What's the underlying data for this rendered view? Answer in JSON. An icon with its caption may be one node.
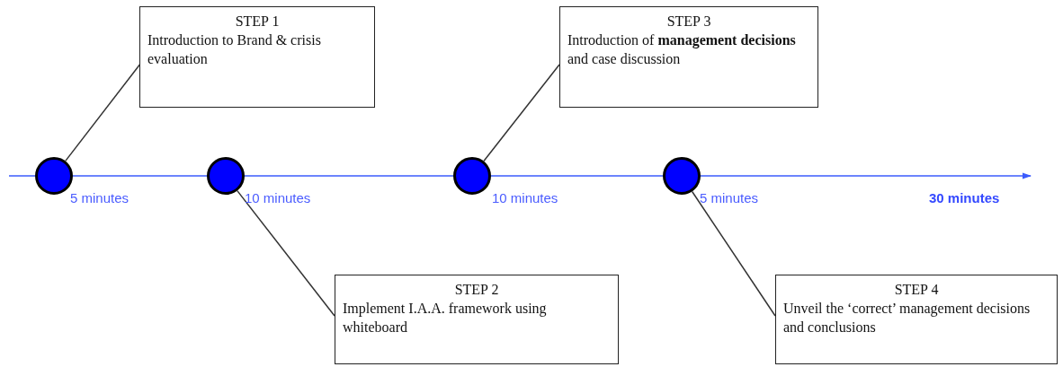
{
  "diagram": {
    "nodes": [
      {
        "text": [],
        "shape": "circle",
        "beside": [
          "5 minutes"
        ]
      },
      {
        "text": [],
        "shape": "circle",
        "beside": [
          "10 minutes"
        ]
      },
      {
        "text": [],
        "shape": "circle",
        "beside": [
          "10 minutes"
        ]
      },
      {
        "text": [],
        "shape": "circle",
        "beside": [
          "5 minutes"
        ]
      },
      {
        "text": [
          "STEP 1",
          "Introduction to Brand & crisis evaluation"
        ]
      },
      {
        "text": [
          "STEP 2",
          "Implement I.A.A. framework using whiteboard"
        ]
      },
      {
        "text": [
          "STEP 3",
          "Introduction of **management decisions** and case discussion"
        ]
      },
      {
        "text": [
          "STEP 4",
          "Unveil the ‘correct’ management decisions and conclusions"
        ]
      }
    ],
    "edges": [
      {
        "from": 0,
        "to": 4,
        "arrow": "none",
        "color": "#333333"
      },
      {
        "from": 1,
        "to": 5,
        "arrow": "none",
        "color": "#333333"
      },
      {
        "from": 2,
        "to": 6,
        "arrow": "none",
        "color": "#333333"
      },
      {
        "from": 3,
        "to": 7,
        "arrow": "none",
        "color": "#333333"
      },
      {
        "from": null,
        "to": 0,
        "arrow": "none"
      },
      {
        "from": 0,
        "to": 1,
        "arrow": "none"
      },
      {
        "from": 1,
        "to": 2,
        "arrow": "none"
      },
      {
        "from": 2,
        "to": 3,
        "arrow": "none"
      },
      {
        "from": 3,
        "to": null,
        "arrow": "to"
      }
    ],
    "labels": [
      "30 minutes"
    ]
  }
}
